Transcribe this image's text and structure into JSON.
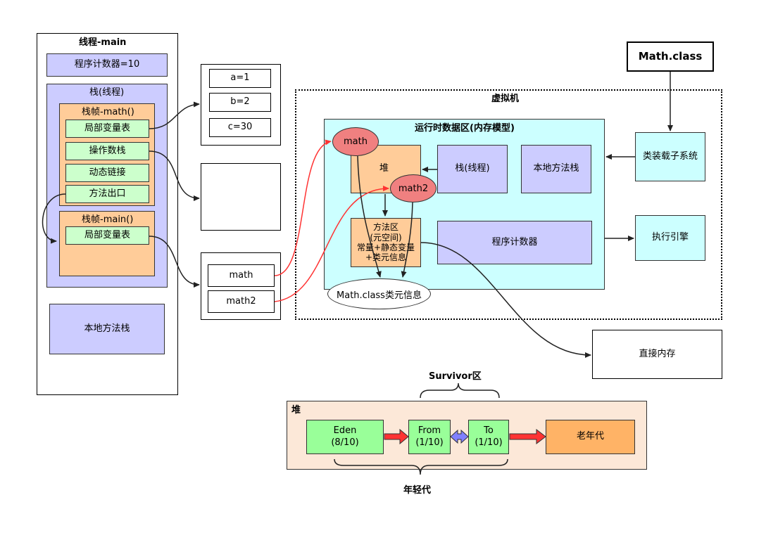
{
  "thread_main": {
    "title": "线程-main",
    "pc": "程序计数器=10",
    "stack_title": "栈(线程)",
    "frame_math": {
      "title": "栈帧-math()",
      "items": [
        "局部变量表",
        "操作数栈",
        "动态链接",
        "方法出口"
      ]
    },
    "frame_main": {
      "title": "栈帧-main()",
      "items": [
        "局部变量表"
      ]
    },
    "native_stack": "本地方法栈"
  },
  "locals_math": [
    "a=1",
    "b=2",
    "c=30"
  ],
  "locals_main": [
    "math",
    "math2"
  ],
  "jvm": {
    "title": "虚拟机",
    "runtime_area": "运行时数据区(内存模型)",
    "heap": "堆",
    "stack": "栈(线程)",
    "native_stack": "本地方法栈",
    "method_area": "方法区\n(元空间)\n常量+静态变量+类元信息",
    "pc": "程序计数器",
    "math_obj": "math",
    "math2_obj": "math2",
    "class_meta": "Math.class类元信息"
  },
  "math_class": "Math.class",
  "class_loader": "类装载子系统",
  "exec_engine": "执行引擎",
  "direct_memory": "直接内存",
  "heap_gen": {
    "title": "堆",
    "survivor_label": "Survivor区",
    "eden": "Eden\n(8/10)",
    "from": "From\n(1/10)",
    "to": "To\n(1/10)",
    "old": "老年代",
    "young_label": "年轻代"
  },
  "colors": {
    "purple": "#ccccff",
    "orange": "#ffcc99",
    "green": "#ccffcc",
    "cyan": "#ccffff",
    "red_oval": "#f08080",
    "red_arrow": "#ff3333",
    "blue_arrow": "#8080ff"
  }
}
